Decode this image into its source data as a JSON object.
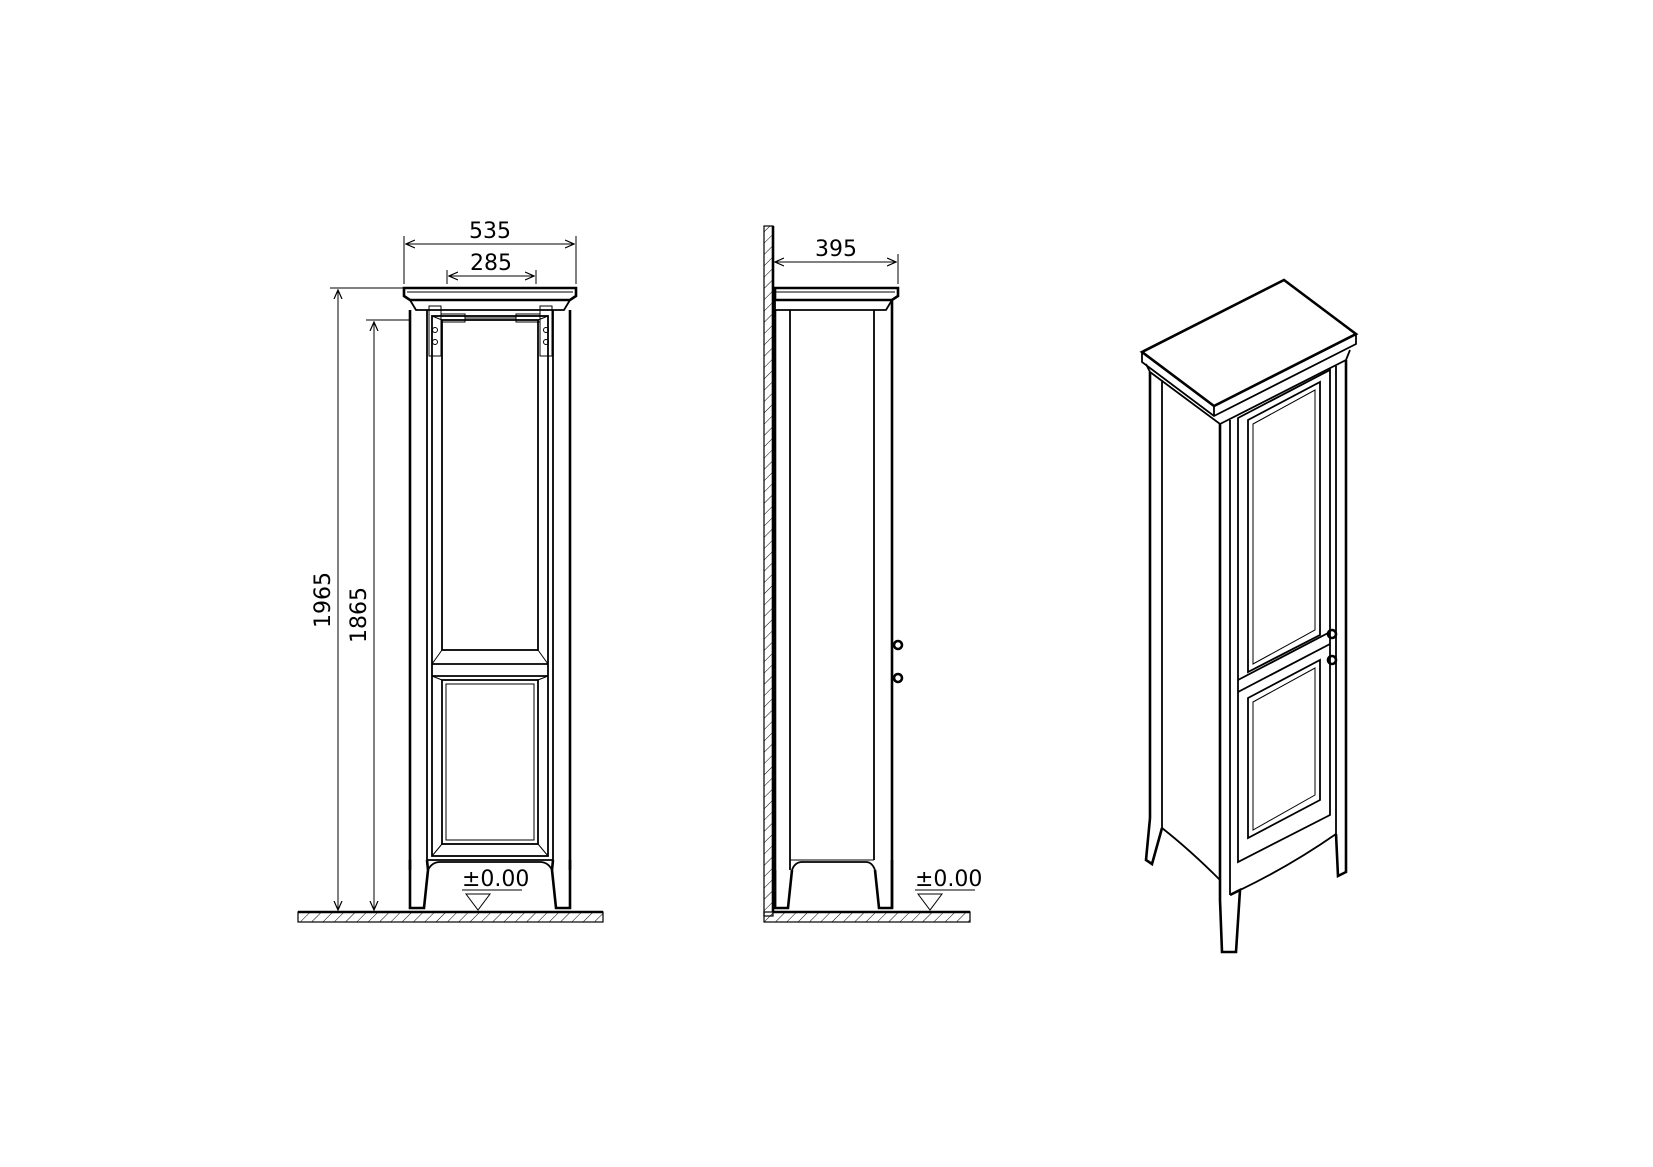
{
  "front_view": {
    "width_outer": "535",
    "width_inner": "285",
    "height_total": "1965",
    "height_body": "1865",
    "floor_level": "±0.00"
  },
  "side_view": {
    "depth": "395",
    "floor_level": "±0.00"
  },
  "colors": {
    "line": "#000000",
    "background": "#ffffff"
  }
}
